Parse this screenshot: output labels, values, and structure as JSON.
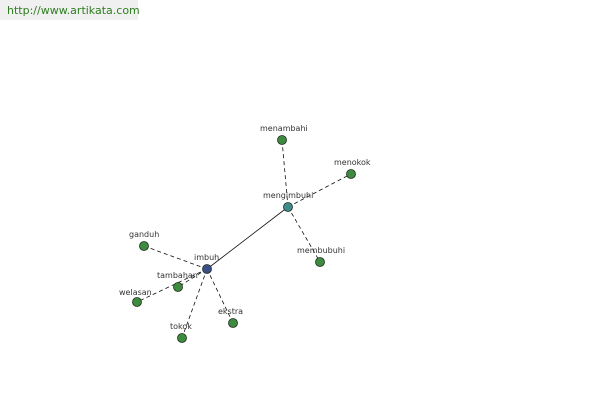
{
  "source": {
    "url": "http://www.artikata.com"
  },
  "graph": {
    "colors": {
      "root_node": "#3a4f8a",
      "hub_node": "#3f8a8a",
      "leaf_node": "#3e8a3e",
      "node_stroke": "#1e2e1e",
      "edge": "#111111",
      "url_text": "#2e7d1f"
    },
    "nodes": [
      {
        "id": "imbuh",
        "label": "imbuh",
        "kind": "root"
      },
      {
        "id": "mengimbuhi",
        "label": "mengimbuhi",
        "kind": "hub"
      },
      {
        "id": "menambahi",
        "label": "menambahi",
        "kind": "leaf"
      },
      {
        "id": "menokok",
        "label": "menokok",
        "kind": "leaf"
      },
      {
        "id": "membubuhi",
        "label": "membubuhi",
        "kind": "leaf"
      },
      {
        "id": "ganduh",
        "label": "ganduh",
        "kind": "leaf"
      },
      {
        "id": "tambahan",
        "label": "tambahan",
        "kind": "leaf"
      },
      {
        "id": "welasan",
        "label": "welasan",
        "kind": "leaf"
      },
      {
        "id": "tokok",
        "label": "tokok",
        "kind": "leaf"
      },
      {
        "id": "ekstra",
        "label": "ekstra",
        "kind": "leaf"
      }
    ],
    "edges": [
      {
        "from": "imbuh",
        "to": "mengimbuhi",
        "style": "solid"
      },
      {
        "from": "mengimbuhi",
        "to": "menambahi",
        "style": "dashed"
      },
      {
        "from": "mengimbuhi",
        "to": "menokok",
        "style": "dashed"
      },
      {
        "from": "mengimbuhi",
        "to": "membubuhi",
        "style": "dashed"
      },
      {
        "from": "imbuh",
        "to": "ganduh",
        "style": "dashed"
      },
      {
        "from": "imbuh",
        "to": "tambahan",
        "style": "dashed"
      },
      {
        "from": "imbuh",
        "to": "welasan",
        "style": "dashed"
      },
      {
        "from": "imbuh",
        "to": "tokok",
        "style": "dashed"
      },
      {
        "from": "imbuh",
        "to": "ekstra",
        "style": "dashed"
      }
    ]
  }
}
